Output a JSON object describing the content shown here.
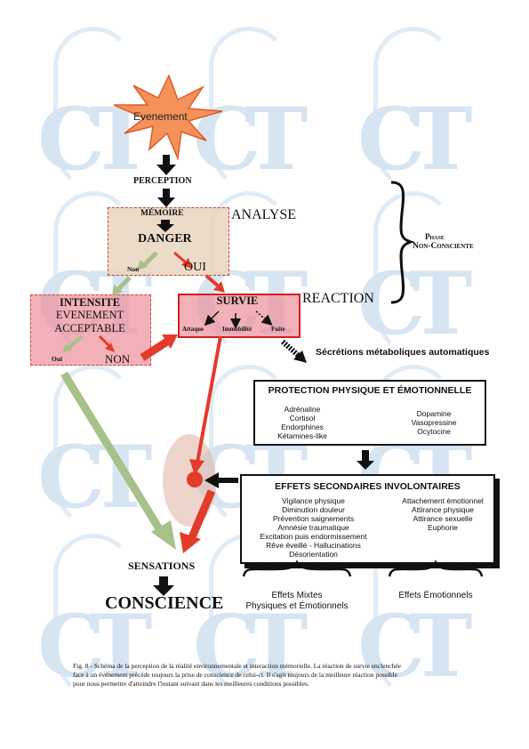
{
  "nodes": {
    "evenement": "Evenement",
    "perception": "PERCEPTION",
    "memoire": "MÉMOIRE",
    "danger": "DANGER",
    "non_small": "Non",
    "oui_big": "OUI",
    "analyse": "ANALYSE",
    "reaction": "REACTION",
    "phase_1": "Phase",
    "phase_2": "Non-Consciente",
    "intensite": "INTENSITE",
    "evenement2": "EVENEMENT",
    "acceptable": "ACCEPTABLE",
    "oui_small": "Oui",
    "non_big": "NON",
    "survie": "SURVIE",
    "attaque": "Attaque",
    "immobilite": "Immobilité",
    "fuite": "Fuite",
    "secretions": "Sécrétions métaboliques automatiques",
    "sensations": "SENSATIONS",
    "conscience": "CONSCIENCE"
  },
  "protection": {
    "title": "PROTECTION PHYSIQUE ET ÉMOTIONNELLE",
    "left": [
      "Adrénaline",
      "Cortisol",
      "Endorphines",
      "Kétamines-like"
    ],
    "right": [
      "Dopamine",
      "Vasopressine",
      "Ocytocine"
    ]
  },
  "effets": {
    "title": "EFFETS SECONDAIRES INVOLONTAIRES",
    "left": [
      "Vigilance physique",
      "Diminution douleur",
      "Prévention saignements",
      "Amnésie traumatique",
      "Excitation puis endormissement",
      "Rêve éveillé - Hallucinations",
      "Désorientation"
    ],
    "right": [
      "Attachement émotionnel",
      "Attirance physique",
      "Attirance sexuelle",
      "Euphorie"
    ]
  },
  "brackets": {
    "left_1": "Effets Mixtes",
    "left_2": "Physiques et Émotionnels",
    "right": "Effets Émotionnels"
  },
  "caption": {
    "line1": "Fig. 8 - Schéma de la perception de la réalité environnementale et interaction mémorielle. La réaction de survie enclenchée",
    "line2": "face à un événement précède toujours la prise de conscience de celui-ci. Il s'agit toujours de la meilleure réaction possible",
    "line3": "pour nous permettre d'atteindre l'instant suivant dans les meilleures conditions possibles."
  },
  "watermark": {
    "text_c": "C",
    "text_t": "T"
  },
  "colors": {
    "red": "#e33b2a",
    "green": "#a8c08a",
    "black": "#111111",
    "watermark": "#b8cfe6"
  }
}
